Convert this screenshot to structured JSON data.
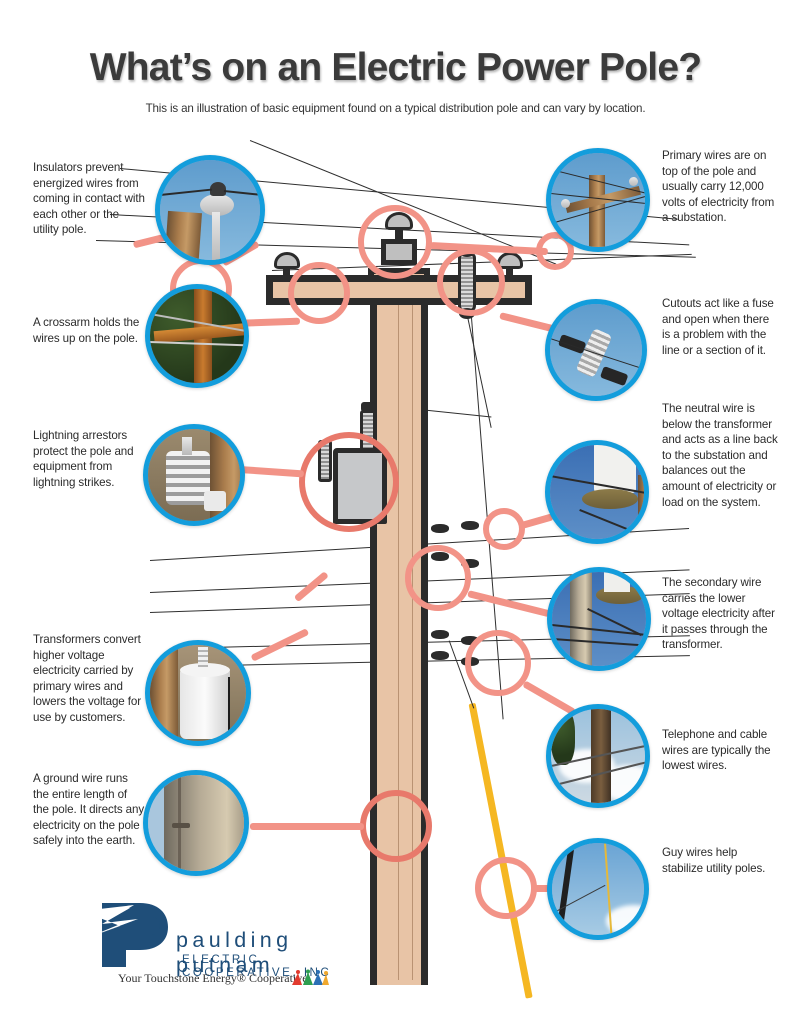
{
  "header": {
    "title": "What’s on an Electric Power Pole?",
    "subtitle": "This is an illustration of basic equipment found on a typical distribution pole and can vary by location."
  },
  "colors": {
    "ring_blue": "#139DDC",
    "connector_salmon": "#F29387",
    "connector_salmon_dark": "#E8796B",
    "pole_tan": "#E8C4A6",
    "pole_outline": "#2B2B2B",
    "guy_wire_yellow": "#F5B722",
    "logo_blue": "#1F4E79",
    "title_gray": "#3B3B3B"
  },
  "callouts": {
    "left": [
      {
        "id": "insulators",
        "text": "Insulators prevent energized wires from coming in contact with each other or the utility pole.",
        "photo_caption": "insulator-photo"
      },
      {
        "id": "crossarm",
        "text": "A crossarm holds the wires up on the pole.",
        "photo_caption": "crossarm-photo"
      },
      {
        "id": "lightning-arrestors",
        "text": "Lightning arrestors protect the pole and equipment from lightning strikes.",
        "photo_caption": "lightning-arrestor-photo"
      },
      {
        "id": "transformers",
        "text": "Transformers convert higher voltage electricity carried by primary wires and lowers the voltage for use by customers.",
        "photo_caption": "transformer-photo"
      },
      {
        "id": "ground-wire",
        "text": "A ground wire runs the entire length of the pole. It directs any electricity on the pole safely into the earth.",
        "photo_caption": "ground-wire-photo"
      }
    ],
    "right": [
      {
        "id": "primary-wires",
        "text": "Primary wires are on top of the pole and usually carry 12,000 volts of electricity from a substation.",
        "photo_caption": "primary-wires-photo"
      },
      {
        "id": "cutouts",
        "text": "Cutouts act like a fuse and open when there is a problem with the line or a section of it.",
        "photo_caption": "cutout-photo"
      },
      {
        "id": "neutral-wire",
        "text": "The neutral wire is below the transformer and acts as a line back to the substation and balances out the amount of electricity or load on the system.",
        "photo_caption": "neutral-wire-photo"
      },
      {
        "id": "secondary-wire",
        "text": "The secondary wire carries the lower voltage electricity after it passes through the transformer.",
        "photo_caption": "secondary-wire-photo"
      },
      {
        "id": "telephone-cable-wires",
        "text": "Telephone and cable wires are typically the lowest wires.",
        "photo_caption": "telephone-cable-photo"
      },
      {
        "id": "guy-wires",
        "text": "Guy wires help stabilize utility poles.",
        "photo_caption": "guy-wire-photo"
      }
    ]
  },
  "logo": {
    "name": "paulding putnam",
    "line2": "ELECTRIC COOPERATIVE, INC",
    "tagline": "Your Touchstone Energy® Cooperative"
  }
}
